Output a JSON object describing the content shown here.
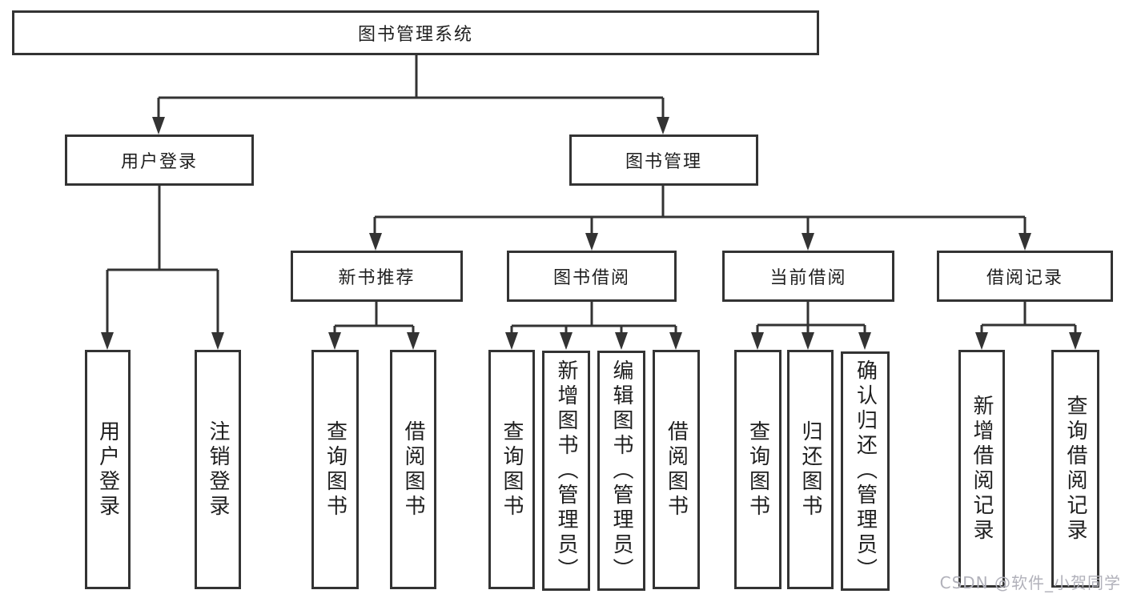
{
  "diagram": {
    "root": "图书管理系统",
    "login": "用户登录",
    "manage": "图书管理",
    "login_children": [
      "用户登录",
      "注销登录"
    ],
    "recommend": "新书推荐",
    "recommend_children": [
      "查询图书",
      "借阅图书"
    ],
    "borrow": "图书借阅",
    "borrow_children": [
      "查询图书",
      "新增图书（管理员）",
      "编辑图书（管理员）",
      "借阅图书"
    ],
    "current": "当前借阅",
    "current_children": [
      "查询图书",
      "归还图书",
      "确认归还（管理员）"
    ],
    "records": "借阅记录",
    "records_children": [
      "新增借阅记录",
      "查询借阅记录"
    ]
  },
  "watermark": "CSDN @软件_小贺同学",
  "colors": {
    "line": "#333333",
    "text": "#1f1f1f",
    "watermark": "#b1b1ba",
    "background": "#ffffff"
  }
}
